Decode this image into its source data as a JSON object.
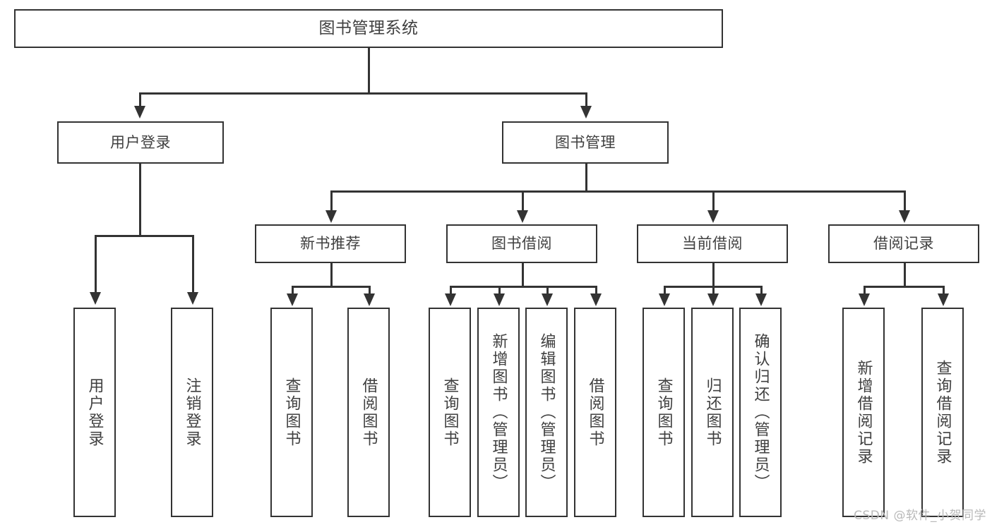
{
  "diagram": {
    "title": "图书管理系统",
    "type": "功能结构图",
    "watermark": "CSDN @软件_小贺同学",
    "colors": {
      "border": "#333333",
      "text": "#404040",
      "background": "#ffffff",
      "connector": "#333333",
      "watermark": "#b9b9b9"
    }
  },
  "nodes": {
    "root": {
      "label": "图书管理系统"
    },
    "level1": [
      {
        "id": "user-login",
        "label": "用户登录"
      },
      {
        "id": "book-manage",
        "label": "图书管理"
      }
    ],
    "level2": [
      {
        "id": "new-book-recommend",
        "label": "新书推荐"
      },
      {
        "id": "book-borrow",
        "label": "图书借阅"
      },
      {
        "id": "current-borrow",
        "label": "当前借阅"
      },
      {
        "id": "borrow-record",
        "label": "借阅记录"
      }
    ],
    "leaves": [
      {
        "id": "leaf-user-login",
        "label": "用户登录",
        "parent": "user-login"
      },
      {
        "id": "leaf-user-logout",
        "label": "注销登录",
        "parent": "user-login"
      },
      {
        "id": "leaf-query-book-1",
        "label": "查询图书",
        "parent": "new-book-recommend"
      },
      {
        "id": "leaf-borrow-book-1",
        "label": "借阅图书",
        "parent": "new-book-recommend"
      },
      {
        "id": "leaf-query-book-2",
        "label": "查询图书",
        "parent": "book-borrow"
      },
      {
        "id": "leaf-add-book",
        "label": "新增图书（管理员）",
        "parent": "book-borrow"
      },
      {
        "id": "leaf-edit-book",
        "label": "编辑图书（管理员）",
        "parent": "book-borrow"
      },
      {
        "id": "leaf-borrow-book-2",
        "label": "借阅图书",
        "parent": "book-borrow"
      },
      {
        "id": "leaf-query-book-3",
        "label": "查询图书",
        "parent": "current-borrow"
      },
      {
        "id": "leaf-return-book",
        "label": "归还图书",
        "parent": "current-borrow"
      },
      {
        "id": "leaf-confirm-return",
        "label": "确认归还（管理员）",
        "parent": "current-borrow"
      },
      {
        "id": "leaf-add-record",
        "label": "新增借阅记录",
        "parent": "borrow-record"
      },
      {
        "id": "leaf-query-record",
        "label": "查询借阅记录",
        "parent": "borrow-record"
      }
    ]
  }
}
